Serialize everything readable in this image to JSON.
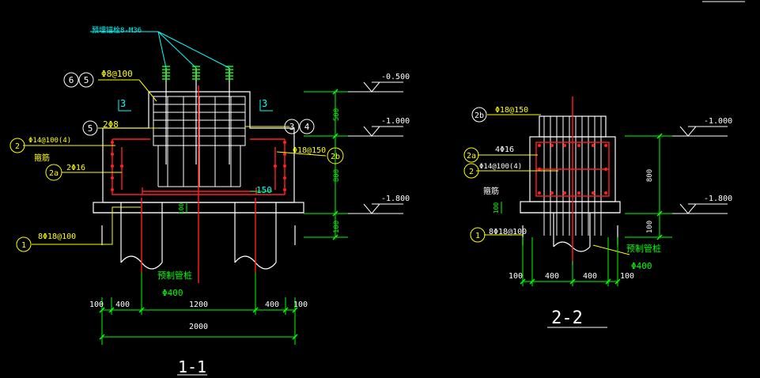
{
  "colors": {
    "background": "#000000",
    "outline": "#ffffff",
    "rebar": "#ff2020",
    "dimension": "#00ff00",
    "leader": "#ffff00",
    "annotation": "#00ffff",
    "cad_text_green": "#00ff00"
  },
  "section_1_1": {
    "title": "1-1",
    "anchor_bolt_label": "预埋锚栓8-M36",
    "stirrup_top_label": "Φ8@100",
    "marker_6": "6",
    "marker_5": "5",
    "marker_5b": "5",
    "rebar_5_label": "2Φ8",
    "marker_3": "3",
    "marker_4": "4",
    "marker_2": "2",
    "rebar_2_label": "Φ14@100(4)",
    "stirrup_word": "箍筋",
    "marker_2a": "2a",
    "rebar_2a_label": "2Φ16",
    "marker_2b": "2b",
    "rebar_2b_label": "Φ18@150",
    "marker_1": "1",
    "rebar_1_label": "8Φ18@100",
    "pile_label": "预制管桩",
    "pile_dia": "Φ400",
    "section_tag_left": "3",
    "section_tag_right": "3",
    "dim_150": "150",
    "dim_100_small": "100",
    "elev_1": "-0.500",
    "elev_2": "-1.000",
    "elev_3": "-1.800",
    "dim_500": "500",
    "dim_800": "800",
    "dim_100_right": "100",
    "dims_bottom": [
      "100",
      "400",
      "1200",
      "400",
      "100"
    ],
    "dim_total": "2000"
  },
  "section_2_2": {
    "title": "2-2",
    "marker_2b": "2b",
    "rebar_2b_label": "Φ18@150",
    "marker_2a": "2a",
    "rebar_2a_label": "4Φ16",
    "marker_2": "2",
    "rebar_2_label": "Φ14@100(4)",
    "stirrup_word": "箍筋",
    "dim_100_small": "100",
    "marker_1": "1",
    "rebar_1_label": "8Φ18@100",
    "pile_label": "预制管桩",
    "pile_dia": "Φ400",
    "elev_1": "-1.000",
    "elev_2": "-1.800",
    "dim_800": "800",
    "dim_100_right": "100",
    "dims_bottom": [
      "100",
      "400",
      "400",
      "100"
    ]
  }
}
